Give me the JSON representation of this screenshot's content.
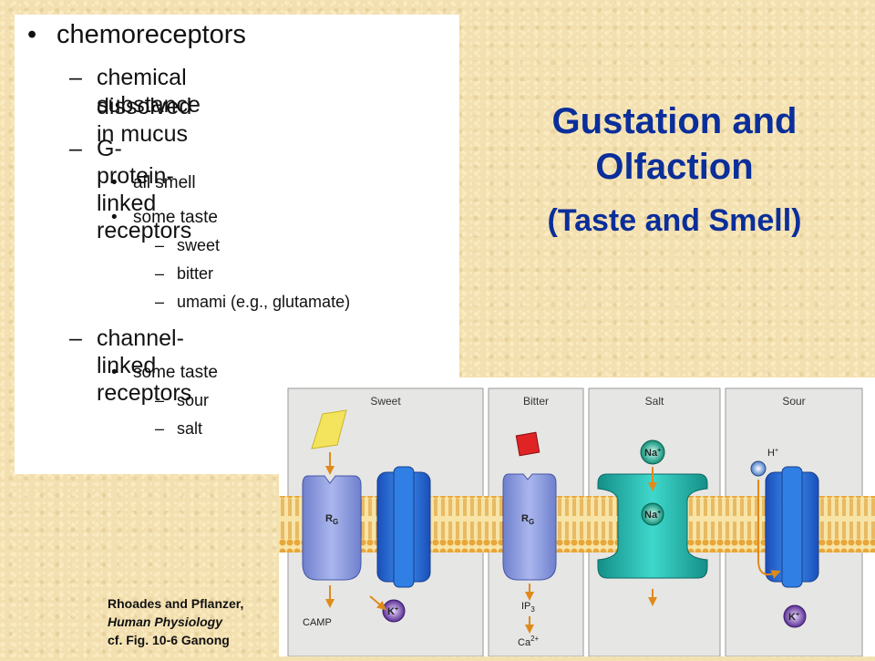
{
  "slide": {
    "title_line1": "Gustation and",
    "title_line2": "Olfaction",
    "subtitle": "(Taste and Smell)"
  },
  "outline": {
    "top": "chemoreceptors",
    "item1_line1": "chemical substance",
    "item1_line2": "dissolved in mucus",
    "item2": "G-protein-linked receptors",
    "item2_sub1": "all smell",
    "item2_sub2": "some taste",
    "item2_sub2_a": "sweet",
    "item2_sub2_b": "bitter",
    "item2_sub2_c": "umami (e.g., glutamate)",
    "item3": "channel-linked receptors",
    "item3_sub1": "some taste",
    "item3_sub1_a": "sour",
    "item3_sub1_b": "salt"
  },
  "citation": {
    "line1": "Rhoades and Pflanzer,",
    "line2": "Human Physiology",
    "line3": "cf. Fig. 10-6 Ganong"
  },
  "figure": {
    "panels": [
      "Sweet",
      "Bitter",
      "Salt",
      "Sour"
    ],
    "labels": {
      "camp": "CAMP",
      "ip3": "IP",
      "ip3_sub": "3",
      "ca": "Ca",
      "ca_sup": "2+",
      "k": "K",
      "k_sup": "+",
      "na": "Na",
      "na_sup": "+",
      "h": "H",
      "h_sup": "+",
      "rg": "R",
      "rg_sub": "G"
    },
    "colors": {
      "membrane_head": "#e8a73a",
      "membrane_tail": "#f5d98a",
      "receptor": "#8f9fe0",
      "channel": "#2a6fd6",
      "salt_channel": "#22b8b0",
      "sweet_molecule": "#f4e35c",
      "bitter_molecule": "#e02424",
      "na_ball": "#1fb09a",
      "k_ball": "#7b4fb3",
      "h_ball": "#8fb4e6",
      "arrow": "#e08a1a"
    }
  }
}
